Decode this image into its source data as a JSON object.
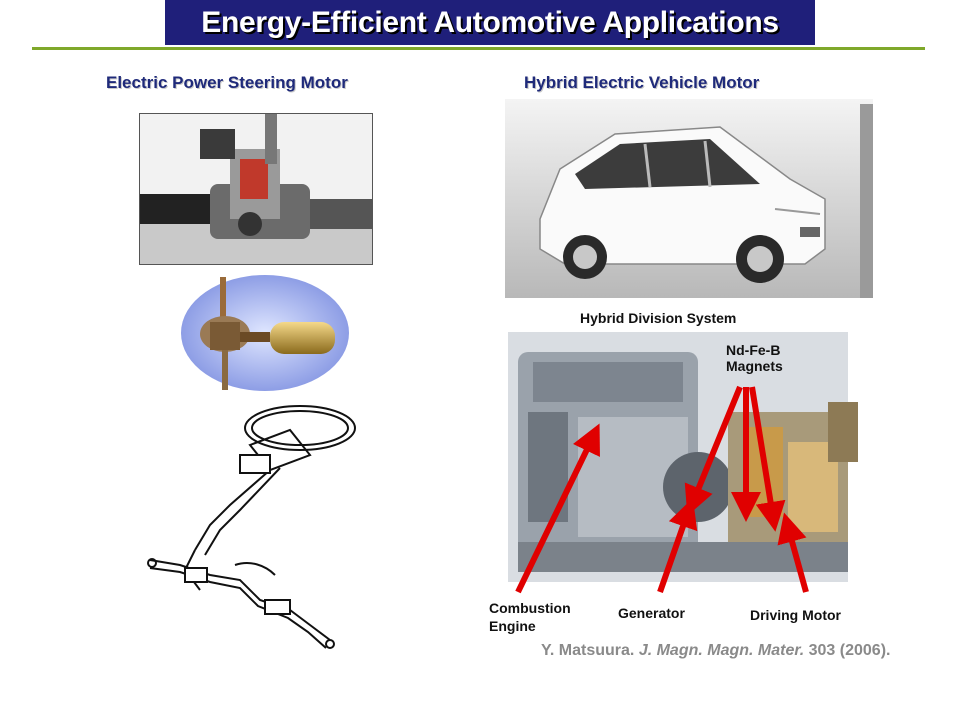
{
  "slide": {
    "title": "Energy-Efficient Automotive Applications",
    "accent_color": "#7fa82a",
    "title_bg_color": "#1f1f7a"
  },
  "left": {
    "heading": "Electric Power Steering Motor",
    "images": [
      "steering-rack-cutaway",
      "motor-assembly",
      "steering-column-diagram"
    ]
  },
  "right": {
    "heading": "Hybrid Electric Vehicle Motor",
    "car_image": "white-hybrid-car",
    "diagram": {
      "title": "Hybrid Division System",
      "labels": {
        "magnets_line1": "Nd-Fe-B",
        "magnets_line2": "Magnets",
        "engine_line1": "Combustion",
        "engine_line2": "Engine",
        "generator": "Generator",
        "driving_motor": "Driving Motor"
      },
      "arrow_color": "#e00000"
    }
  },
  "citation": {
    "author": "Y. Matsuura.",
    "journal": "J. Magn. Magn. Mater.",
    "volume": "303",
    "year": "(2006)."
  }
}
